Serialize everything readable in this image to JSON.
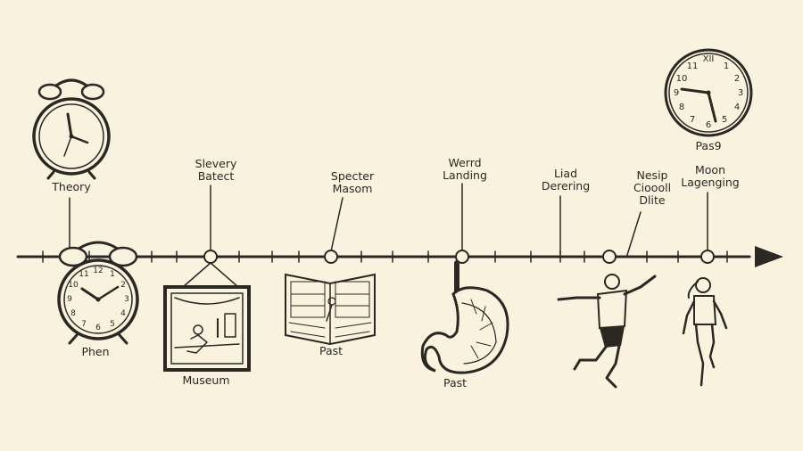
{
  "labels": {
    "theory": "Theory",
    "slavery_line1": "Slevery",
    "slavery_line2": "Batect",
    "specter_line1": "Specter",
    "specter_line2": "Masom",
    "weird_line1": "Werrd",
    "weird_line2": "Landing",
    "liad_line1": "Liad",
    "liad_line2": "Derering",
    "nesip_line1": "Nesip",
    "nesip_line2": "Cioooll",
    "nesip_line3": "Dlite",
    "moon_line1": "Moon",
    "moon_line2": "Lagenging",
    "clock_caption": "Pas9",
    "phen": "Phen",
    "museum": "Museum",
    "past_book": "Past",
    "past_stomach": "Past"
  },
  "clock_numerals": {
    "top_right_clock": [
      "XII",
      "1",
      "2",
      "3",
      "4",
      "5",
      "6",
      "7",
      "8",
      "9",
      "10",
      "11"
    ],
    "lower_left_clock": [
      "12",
      "1",
      "2",
      "3",
      "4",
      "5",
      "6",
      "7",
      "8",
      "9",
      "10",
      "11"
    ]
  },
  "colors": {
    "background": "#f8f2de",
    "ink": "#2b2824"
  }
}
